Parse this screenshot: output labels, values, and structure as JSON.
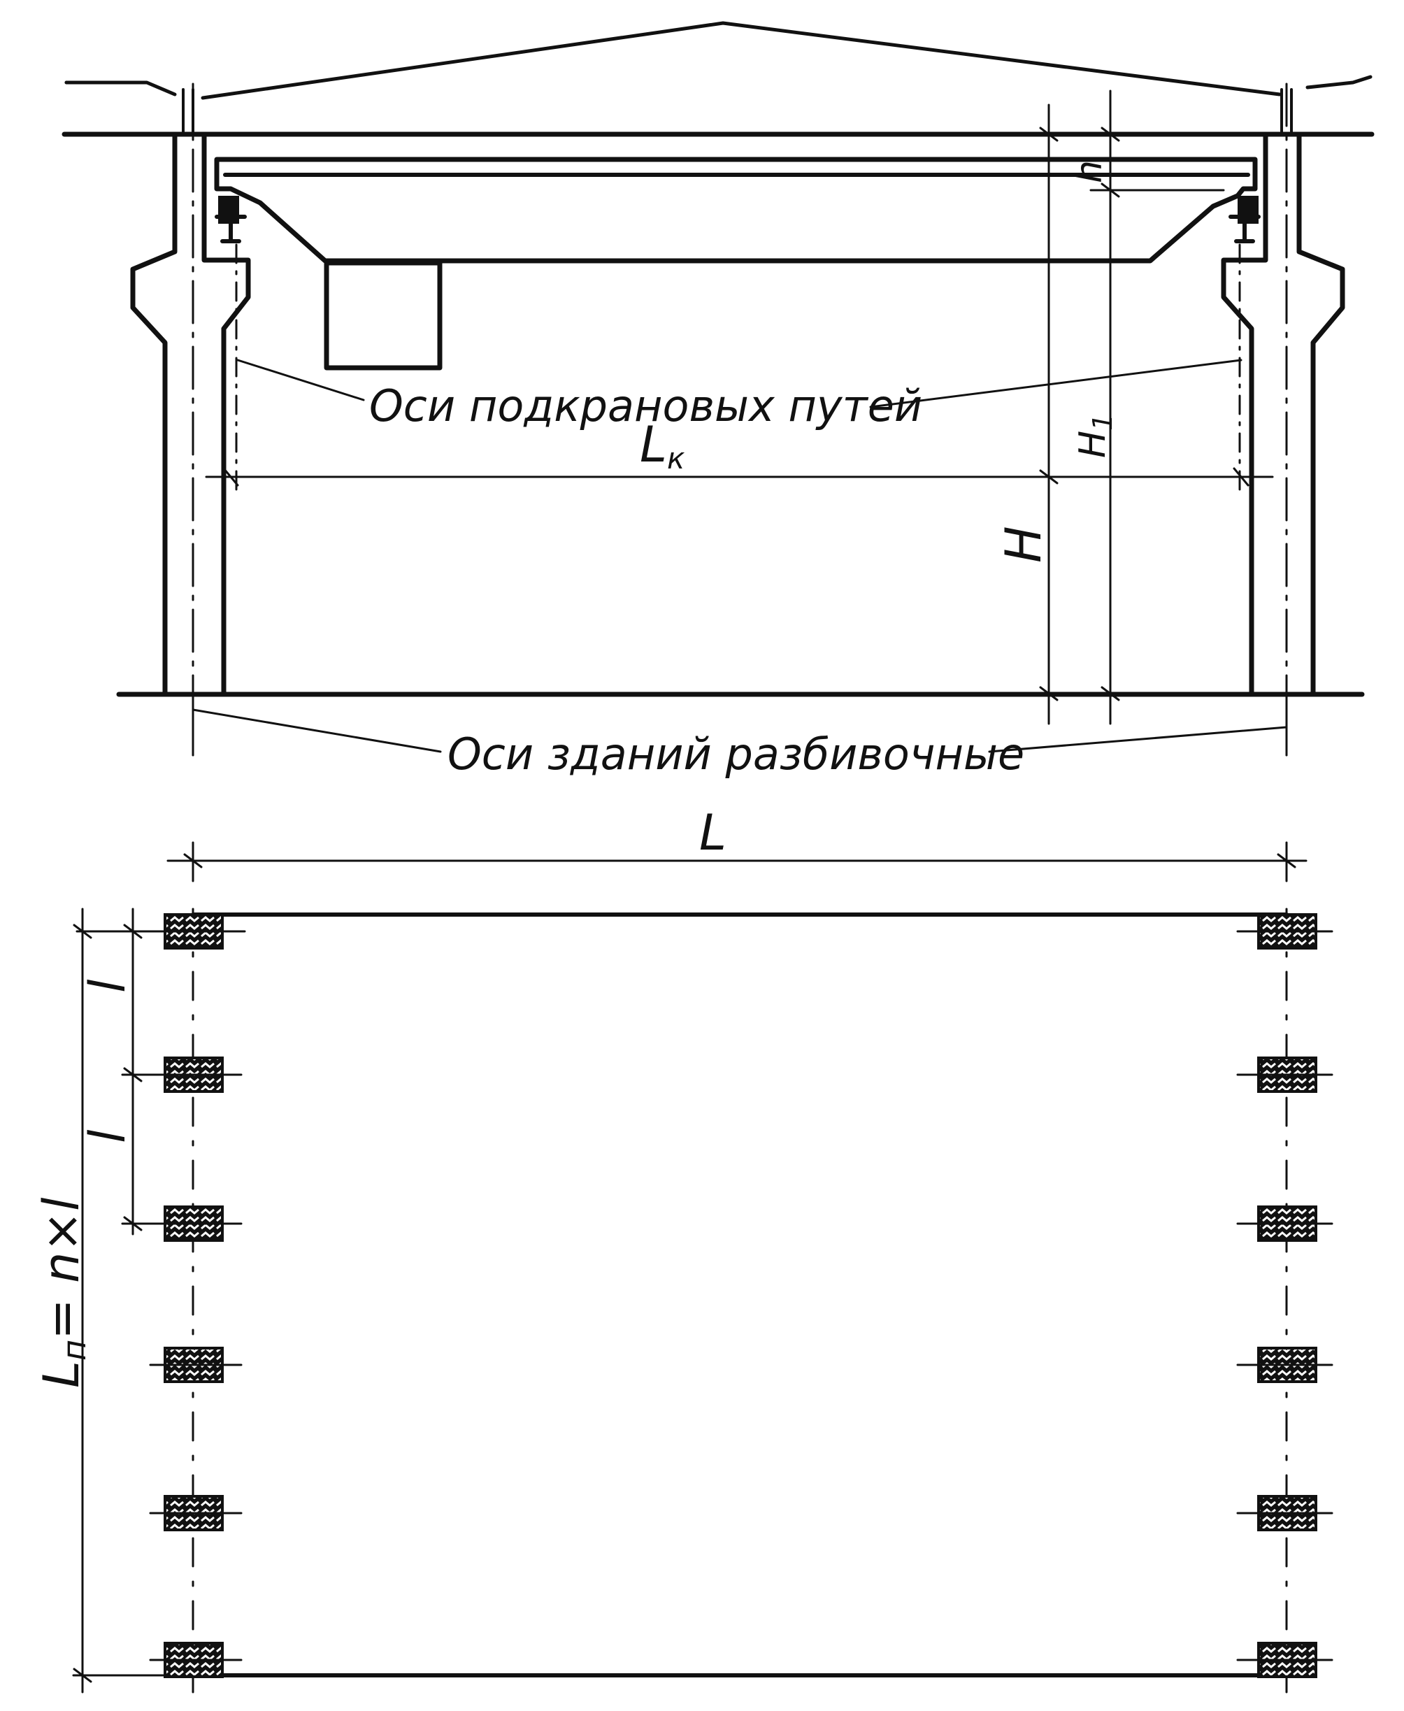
{
  "labels": {
    "crane_rail_axes": "Оси подкрановых путей",
    "building_axes": "Оси зданий разбивочные"
  },
  "dimensions": {
    "crane_span": "Lк",
    "crane_span_main": "L",
    "crane_span_sub": "к",
    "rail_height": "H",
    "height_total": "H1",
    "height_total_main": "H",
    "height_total_sub": "1",
    "crane_clearance": "h",
    "building_span": "L",
    "column_pitch_1": "l",
    "column_pitch_2": "l",
    "crane_track_length": "Lп = n×l",
    "crane_track_length_main": "L",
    "crane_track_length_sub": "п",
    "crane_track_length_formula": "= n×l"
  },
  "plan": {
    "columns_per_row": 6,
    "rows": 2
  },
  "colors": {
    "ink": "#111111",
    "paper": "#ffffff"
  }
}
